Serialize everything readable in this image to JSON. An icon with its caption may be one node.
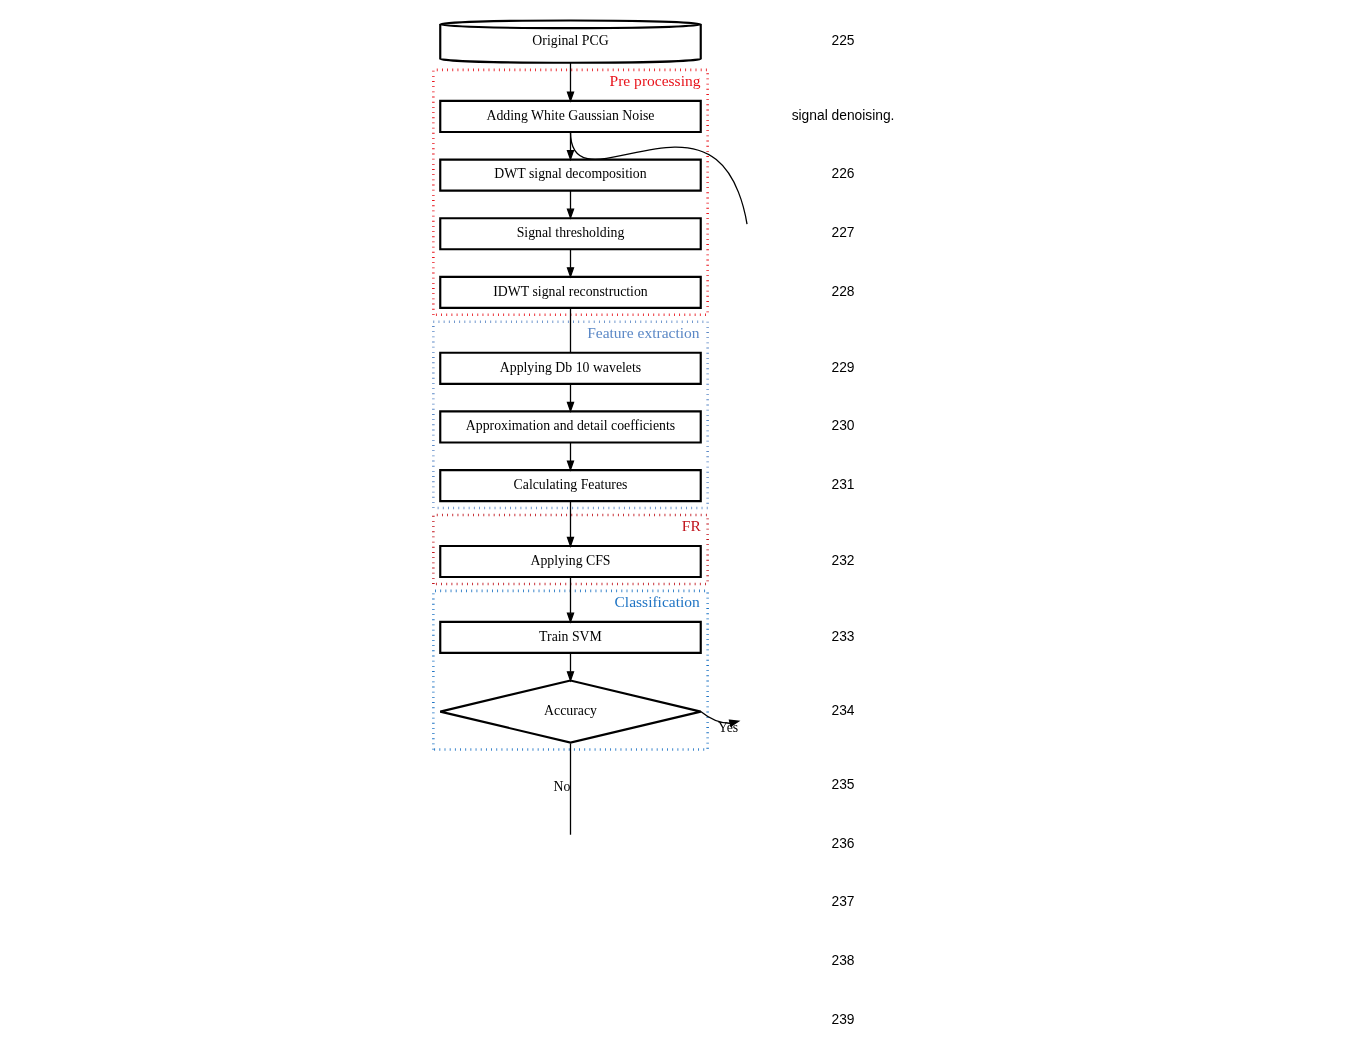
{
  "diagram": {
    "nodes": [
      {
        "text": [
          "Original PCG"
        ]
      },
      {
        "text": [
          "Pre processing"
        ]
      },
      {
        "text": [
          "Adding White Gaussian Noise"
        ],
        "in": 1
      },
      {
        "text": [
          "DWT signal decomposition"
        ],
        "in": 1
      },
      {
        "text": [
          "Signal thresholding"
        ],
        "in": 1
      },
      {
        "text": [
          "IDWT signal reconstruction"
        ],
        "in": 1
      },
      {
        "text": [
          "Feature extraction"
        ]
      },
      {
        "text": [
          "Applying Db 10 wavelets"
        ],
        "in": 6
      },
      {
        "text": [
          "Approximation and detail coefficients"
        ],
        "in": 6
      },
      {
        "text": [
          "Calculating Features"
        ],
        "in": 6
      },
      {
        "text": [
          "FR"
        ]
      },
      {
        "text": [
          "Applying CFS"
        ],
        "in": 10
      },
      {
        "text": [
          "Classification"
        ]
      },
      {
        "text": [
          "Train SVM"
        ],
        "in": 12
      },
      {
        "text": [
          "Accuracy"
        ],
        "in": 12
      }
    ],
    "edges": [
      {
        "from": 0,
        "to": 2,
        "arrow": "to"
      },
      {
        "from": 2,
        "to": 3,
        "arrow": "to"
      },
      {
        "from": 2,
        "to": null,
        "arrow": "none"
      },
      {
        "from": 3,
        "to": 4,
        "arrow": "to"
      },
      {
        "from": 4,
        "to": 5,
        "arrow": "to"
      },
      {
        "from": 5,
        "to": 7,
        "arrow": "none"
      },
      {
        "from": 7,
        "to": 8,
        "arrow": "to"
      },
      {
        "from": 8,
        "to": 9,
        "arrow": "to"
      },
      {
        "from": 9,
        "to": 11,
        "arrow": "to"
      },
      {
        "from": 11,
        "to": 13,
        "arrow": "to"
      },
      {
        "from": 13,
        "to": 14,
        "arrow": "to"
      },
      {
        "from": 14,
        "to": null,
        "label": "No",
        "arrow": "none"
      },
      {
        "from": 14,
        "to": null,
        "label": "Yes",
        "arrow": "to"
      }
    ],
    "labels": [
      "225",
      "signal denoising.",
      "226",
      "227",
      "228",
      "229",
      "230",
      "231",
      "232",
      "233",
      "234",
      "235",
      "236",
      "237",
      "238",
      "239"
    ]
  }
}
